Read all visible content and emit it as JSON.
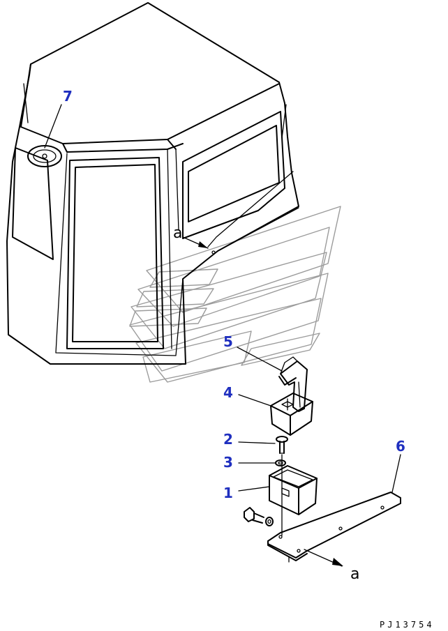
{
  "accent_color": "#1f2fbf",
  "callouts": {
    "c1": "1",
    "c2": "2",
    "c3": "3",
    "c4": "4",
    "c5": "5",
    "c6": "6",
    "c7": "7"
  },
  "view_marker": {
    "top": "a",
    "bottom": "a"
  },
  "drawing_code": "PJ13754"
}
